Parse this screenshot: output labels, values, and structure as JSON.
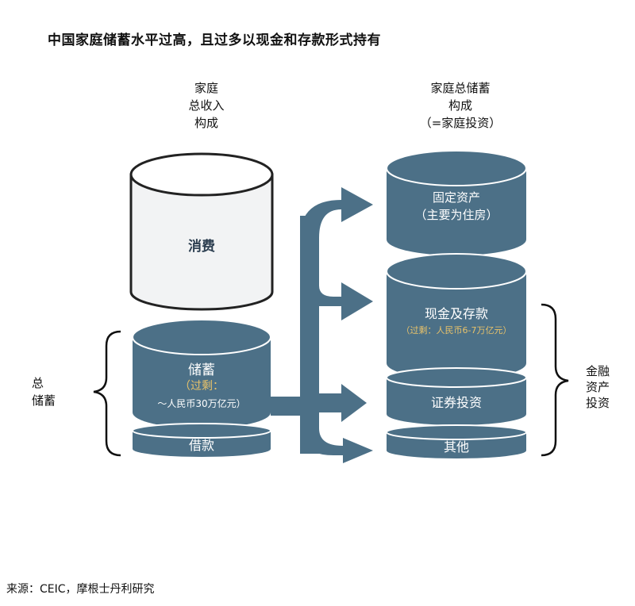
{
  "title": "中国家庭储蓄水平过高，且过多以现金和存款形式持有",
  "left_header": "家庭\n总收入\n构成",
  "right_header": "家庭总储蓄\n构成\n（=家庭投资）",
  "left_cylinders": {
    "consumption": "消费",
    "savings": "储蓄",
    "savings_excess": "（过剩：",
    "savings_amount": "～人民币30万亿元）",
    "borrowing": "借款"
  },
  "right_cylinders": {
    "fixed_assets": "固定资产\n（主要为住房）",
    "cash_deposits": "现金及存款",
    "cash_excess": "（过剩：人民币6-7万亿元）",
    "securities": "证券投资",
    "other": "其他"
  },
  "brace_left_label": "总\n储蓄",
  "brace_right_label": "金融\n资产\n投资",
  "source": "来源：CEIC，摩根士丹利研究",
  "colors": {
    "teal": "#4c7087",
    "light": "#f2f3f4",
    "gold": "#e8c26a"
  }
}
